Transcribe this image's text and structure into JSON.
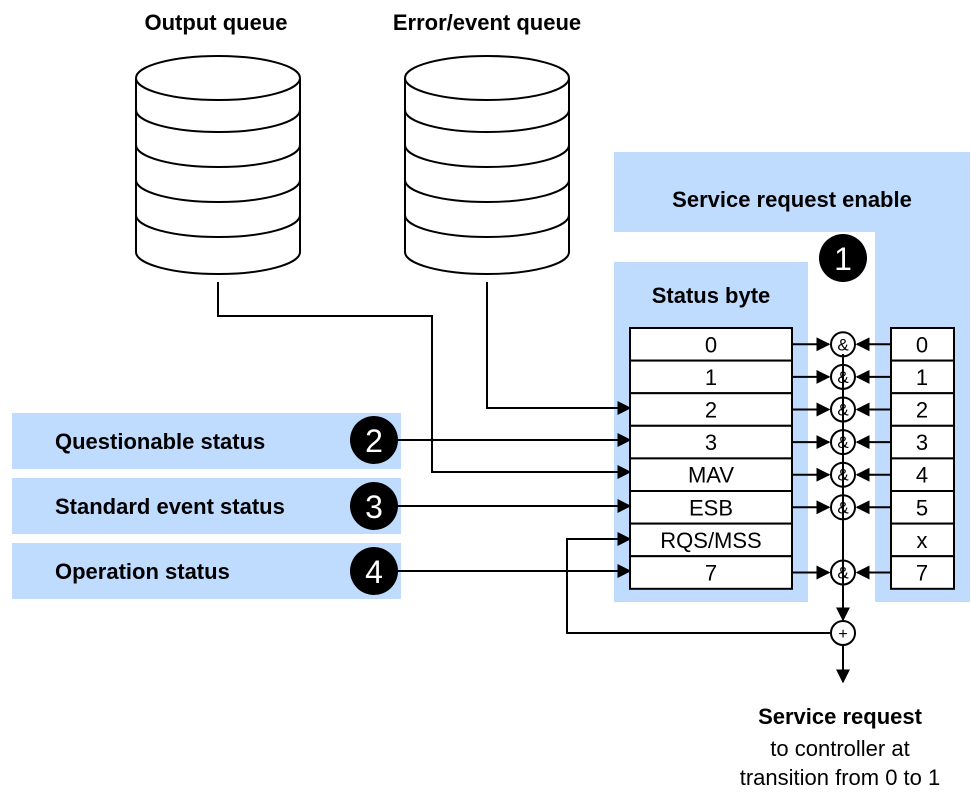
{
  "queues": {
    "output_title": "Output queue",
    "error_title": "Error/event queue"
  },
  "sre": {
    "title": "Service request enable",
    "marker": "1",
    "bits": [
      "0",
      "1",
      "2",
      "3",
      "4",
      "5",
      "x",
      "7"
    ]
  },
  "status_byte": {
    "title": "Status byte",
    "bits": [
      "0",
      "1",
      "2",
      "3",
      "MAV",
      "ESB",
      "RQS/MSS",
      "7"
    ]
  },
  "and_symbol": "&",
  "or_symbol": "+",
  "registers": [
    {
      "label": "Questionable status",
      "marker": "2"
    },
    {
      "label": "Standard event status",
      "marker": "3"
    },
    {
      "label": "Operation status",
      "marker": "4"
    }
  ],
  "output": {
    "title": "Service request",
    "line1": "to controller at",
    "line2": "transition from 0 to 1"
  },
  "colors": {
    "panel_fill": "#bfdcff",
    "line": "#000000",
    "marker_fill": "#000000",
    "marker_text": "#ffffff"
  }
}
